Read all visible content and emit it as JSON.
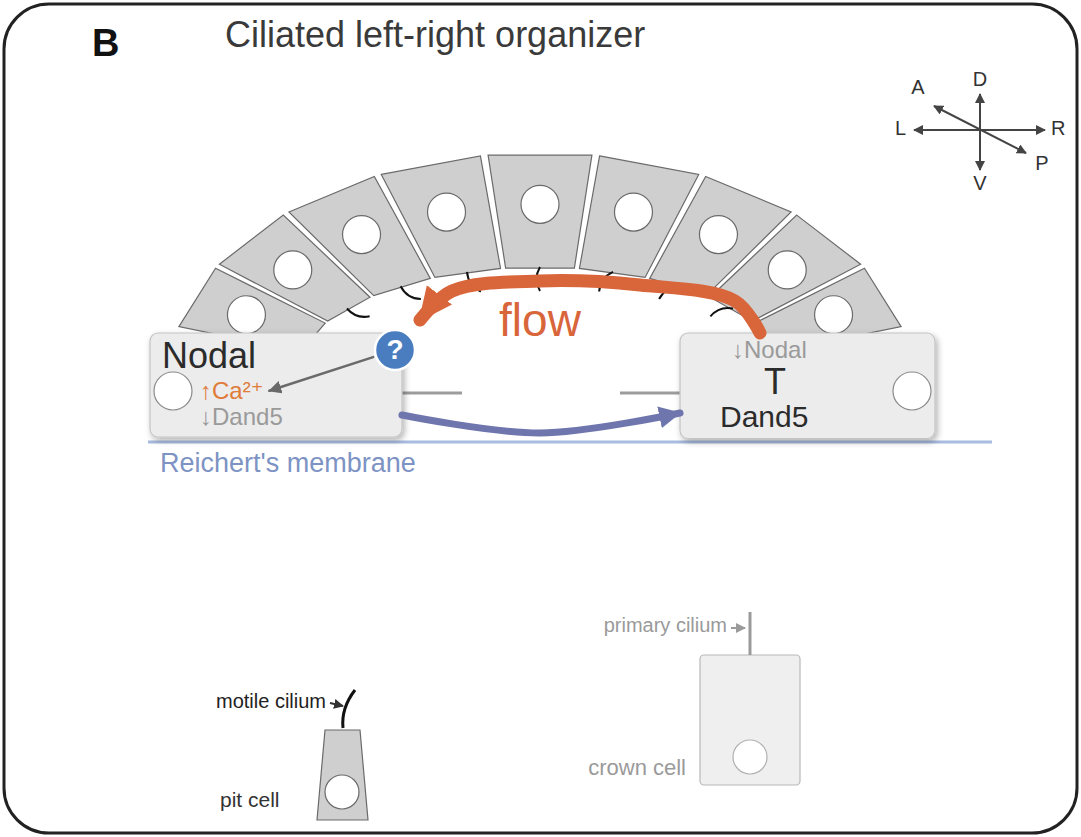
{
  "diagram": {
    "title": "Ciliated left-right organizer",
    "nodes": [
      {
        "text": [
          "Nodal",
          "↑Ca²⁺",
          "↓Dand5"
        ]
      },
      {
        "text": [
          "?"
        ]
      },
      {
        "text": [
          "↓Nodal",
          "T",
          "Dand5"
        ]
      },
      {
        "text": [
          "pit cell"
        ]
      },
      {
        "text": [
          "crown cell"
        ]
      }
    ],
    "edges": [
      {
        "from": 1,
        "to": 0,
        "arrow": "to"
      },
      {
        "from": 2,
        "to": 0,
        "label": "flow",
        "arrow": "to"
      },
      {
        "from": 0,
        "to": 2,
        "arrow": "to"
      }
    ],
    "labels": [
      "B",
      "A",
      "D",
      "L",
      "R",
      "P",
      "V",
      "Reichert's membrane",
      "motile cilium",
      "primary cilium"
    ]
  }
}
